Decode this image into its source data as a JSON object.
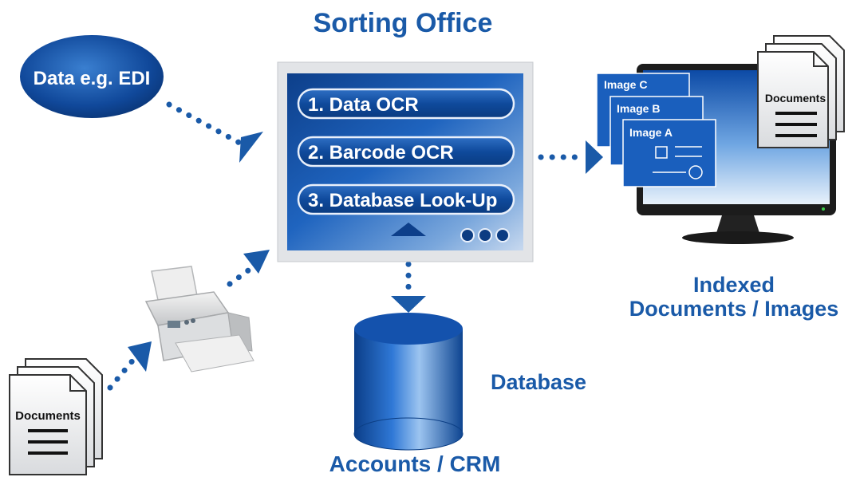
{
  "sorting_office": {
    "title": "Sorting Office",
    "steps": [
      "1. Data OCR",
      "2. Barcode OCR",
      "3. Database Look-Up"
    ]
  },
  "data_source": {
    "label": "Data e.g. EDI"
  },
  "documents_input": {
    "label": "Documents"
  },
  "output": {
    "label_line1": "Indexed",
    "label_line2": "Documents / Images",
    "images": [
      "Image C",
      "Image B",
      "Image A"
    ],
    "documents_label": "Documents"
  },
  "database": {
    "label": "Database",
    "caption": "Accounts / CRM"
  },
  "colors": {
    "brand_blue": "#1a5aa8",
    "dark_blue": "#0a3a7a",
    "panel_gray": "#e4e6e9"
  }
}
